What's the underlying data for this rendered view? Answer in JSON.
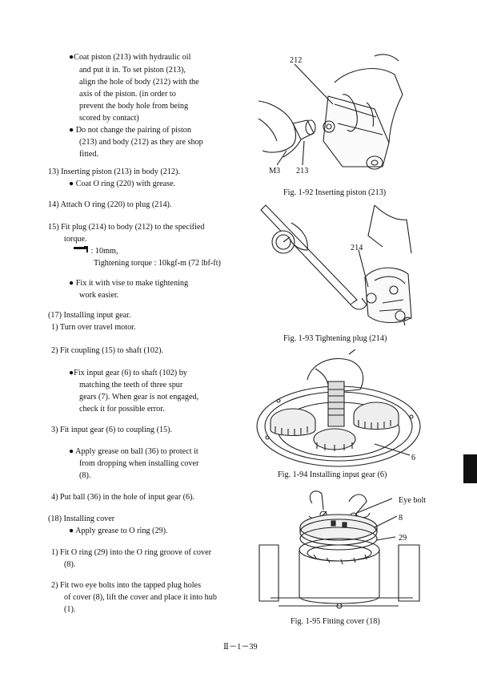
{
  "left": {
    "coat_piston": [
      "●Coat piston (213) with hydraulic oil",
      "and put it in. To set piston (213),",
      "align the hole of body (212) with the",
      "axis of the piston. (in order to",
      "prevent the body hole from being",
      "scored by contact)",
      "● Do not change the pairing of piston",
      "(213) and body (212) as they are shop",
      "fitted."
    ],
    "step13": "13)   Inserting piston (213) in body (212).",
    "step13_note": "● Coat O ring (220) with grease.",
    "step14": "14) Attach O ring (220) to plug (214).",
    "step15_1": "15) Fit plug (214) to body (212) to the specified",
    "step15_2": "torque.",
    "torque_size": ": 10mm,",
    "torque_value": "Tightening torque : 10kgf-m (72 lbf-ft)",
    "vise_note_1": "● Fix it with vise to make tightening",
    "vise_note_2": "work easier.",
    "s17_title": "(17) Installing input gear.",
    "s17_1": "1)  Turn over travel motor.",
    "s17_2": "2)  Fit coupling (15) to shaft (102).",
    "gear_note": [
      "●Fix input gear (6) to shaft (102) by",
      "matching the teeth of three spur",
      "gears (7). When gear is not engaged,",
      "check it for possible error."
    ],
    "s17_3": "3)  Fit input gear (6) to coupling (15).",
    "ball_note": [
      "● Apply grease on ball (36) to protect it",
      "from dropping when installing cover",
      "(8)."
    ],
    "s17_4": "4)  Put ball (36) in the hole of input gear (6).",
    "s18_title": "(18) Installing cover",
    "s18_note": "● Apply grease to O ring (29).",
    "s18_1a": "1)  Fit O ring (29) into the O ring groove of cover",
    "s18_1b": "(8).",
    "s18_2a": "2)    Fit two eye bolts into the tapped plug holes",
    "s18_2b": "of cover (8), lift the cover and place it into hub",
    "s18_2c": "(1)."
  },
  "figures": {
    "f92": {
      "caption": "Fig. 1-92   Inserting piston (213)",
      "label_212": "212",
      "label_m3": "M3",
      "label_213": "213"
    },
    "f93": {
      "caption": "Fig. 1-93   Tightening plug (214)",
      "label_214": "214"
    },
    "f94": {
      "caption": "Fig. 1-94   Installing input gear (6)",
      "label_6": "6"
    },
    "f95": {
      "caption": "Fig. 1-95   Fitting cover (18)",
      "label_eyebolt": "Eye bolt",
      "label_8": "8",
      "label_29": "29"
    }
  },
  "page_number": "Ⅱ－1－39",
  "icons": [
    "wrench-icon"
  ]
}
